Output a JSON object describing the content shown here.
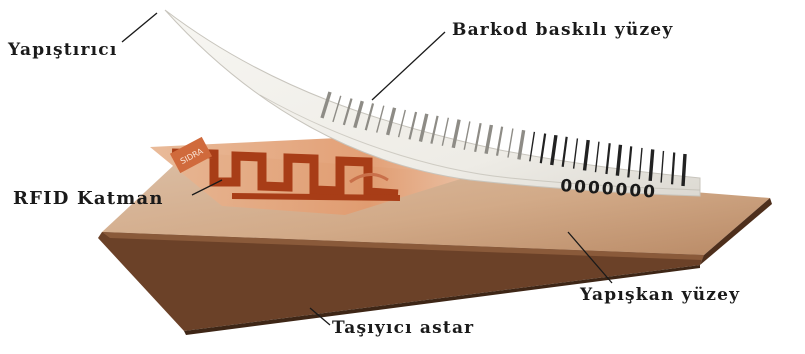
{
  "labels": {
    "adhesive": "Yapıştırıcı",
    "barcode_surface": "Barkod baskılı yüzey",
    "rfid_layer": "RFID Katman",
    "adhesive_surface": "Yapışkan yüzey",
    "carrier_liner": "Taşıyıcı astar"
  },
  "barcode_digits": "0000000",
  "rfid_chip_text": "SIDRA",
  "colors": {
    "liner": "#d8b596",
    "liner_edge": "#5a3621",
    "rfid_copper": "#b0451e",
    "rfid_base": "#e2a480",
    "label_paper": "#f3f2ee",
    "text": "#1a1a1a"
  }
}
